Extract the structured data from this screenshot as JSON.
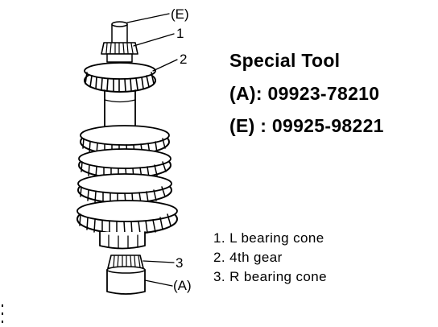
{
  "callouts": {
    "e_tool": "(E)",
    "part_1": "1",
    "part_2": "2",
    "part_3": "3",
    "a_tool": "(A)"
  },
  "special_tool": {
    "heading": "Special Tool",
    "tool_a": "(A): 09923-78210",
    "tool_e": "(E) : 09925-98221"
  },
  "legend": [
    "1.  L bearing cone",
    "2.  4th gear",
    "3.  R bearing cone"
  ]
}
